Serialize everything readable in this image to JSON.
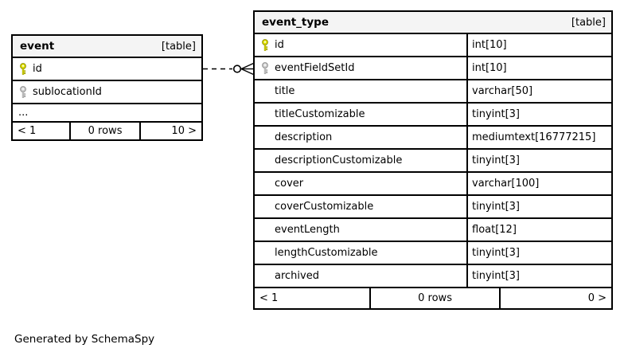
{
  "caption": "Generated by SchemaSpy",
  "colors": {
    "header_bg": "#f4f4f4",
    "border": "#000000",
    "pk_fill": "#e2e200",
    "pk_stroke": "#8f8f00",
    "fk_fill": "#d2d2d2",
    "fk_stroke": "#8f8f8f"
  },
  "tables": [
    {
      "name": "event",
      "badge": "[table]",
      "columns": [
        {
          "name": "id",
          "type": "",
          "key": "primary"
        },
        {
          "name": "sublocationId",
          "type": "",
          "key": "foreign"
        },
        {
          "name": "...",
          "type": "",
          "key": "none"
        }
      ],
      "footer": {
        "left": "< 1",
        "center": "0 rows",
        "right": "10 >"
      }
    },
    {
      "name": "event_type",
      "badge": "[table]",
      "columns": [
        {
          "name": "id",
          "type": "int[10]",
          "key": "primary"
        },
        {
          "name": "eventFieldSetId",
          "type": "int[10]",
          "key": "foreign"
        },
        {
          "name": "title",
          "type": "varchar[50]",
          "key": "none"
        },
        {
          "name": "titleCustomizable",
          "type": "tinyint[3]",
          "key": "none"
        },
        {
          "name": "description",
          "type": "mediumtext[16777215]",
          "key": "none"
        },
        {
          "name": "descriptionCustomizable",
          "type": "tinyint[3]",
          "key": "none"
        },
        {
          "name": "cover",
          "type": "varchar[100]",
          "key": "none"
        },
        {
          "name": "coverCustomizable",
          "type": "tinyint[3]",
          "key": "none"
        },
        {
          "name": "eventLength",
          "type": "float[12]",
          "key": "none"
        },
        {
          "name": "lengthCustomizable",
          "type": "tinyint[3]",
          "key": "none"
        },
        {
          "name": "archived",
          "type": "tinyint[3]",
          "key": "none"
        }
      ],
      "footer": {
        "left": "< 1",
        "center": "0 rows",
        "right": "0 >"
      }
    }
  ],
  "relationship": {
    "from_table": "event",
    "to_table": "event_type",
    "line_style": "dashed",
    "cardinality": "zero-or-many"
  }
}
